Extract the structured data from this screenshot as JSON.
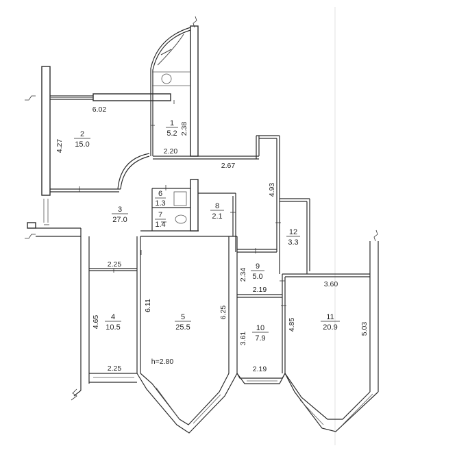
{
  "rooms": [
    {
      "number": "1",
      "area": "5.2"
    },
    {
      "number": "2",
      "area": "15.0"
    },
    {
      "number": "3",
      "area": "27.0"
    },
    {
      "number": "4",
      "area": "10.5"
    },
    {
      "number": "5",
      "area": "25.5"
    },
    {
      "number": "6",
      "area": "1.3"
    },
    {
      "number": "7",
      "area": "1.4"
    },
    {
      "number": "8",
      "area": "2.1"
    },
    {
      "number": "9",
      "area": "5.0"
    },
    {
      "number": "10",
      "area": "7.9"
    },
    {
      "number": "11",
      "area": "20.9"
    },
    {
      "number": "12",
      "area": "3.3"
    }
  ],
  "dimensions": {
    "d_6_02": "6.02",
    "d_4_27": "4.27",
    "d_2_38": "2.38",
    "d_2_20": "2.20",
    "d_2_67": "2.67",
    "d_4_93": "4.93",
    "d_2_25_top": "2.25",
    "d_2_25_bottom": "2.25",
    "d_4_65": "4.65",
    "d_6_11": "6.11",
    "d_6_25": "6.25",
    "d_2_34": "2.34",
    "d_2_19_top": "2.19",
    "d_2_19_bottom": "2.19",
    "d_3_61": "3.61",
    "d_3_60": "3.60",
    "d_4_85": "4.85",
    "d_5_03": "5.03"
  },
  "ceiling_height": "h=2.80"
}
